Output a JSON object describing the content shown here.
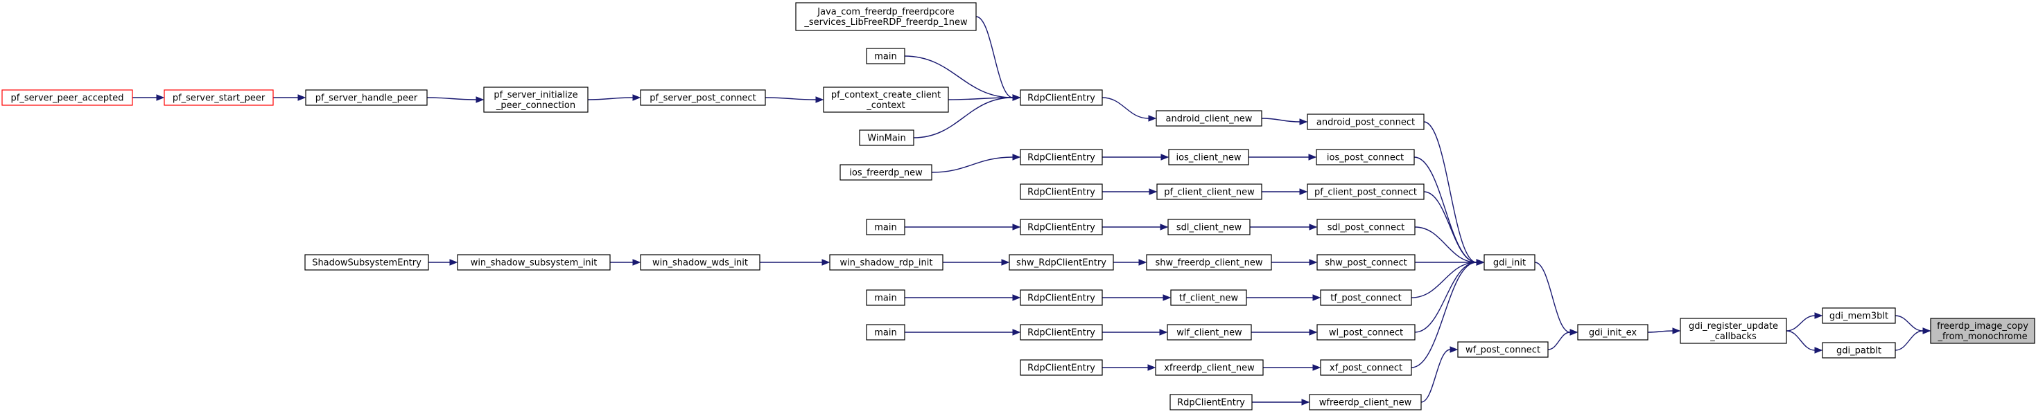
{
  "graph": {
    "colors": {
      "edge": "#191970",
      "node_border": "#000000",
      "highlight_border": "#ff0000",
      "focus_fill": "#bfbfbf"
    },
    "nodes": [
      {
        "id": "n_focus",
        "lines": [
          "freerdp_image_copy",
          "_from_monochrome"
        ],
        "style": "gray"
      },
      {
        "id": "n_mem3blt",
        "lines": [
          "gdi_mem3blt"
        ]
      },
      {
        "id": "n_patblt",
        "lines": [
          "gdi_patblt"
        ]
      },
      {
        "id": "n_reg",
        "lines": [
          "gdi_register_update",
          "_callbacks"
        ]
      },
      {
        "id": "n_initex",
        "lines": [
          "gdi_init_ex"
        ]
      },
      {
        "id": "n_init",
        "lines": [
          "gdi_init"
        ]
      },
      {
        "id": "n_wfpost",
        "lines": [
          "wf_post_connect"
        ]
      },
      {
        "id": "n_andpost",
        "lines": [
          "android_post_connect"
        ]
      },
      {
        "id": "n_iospost",
        "lines": [
          "ios_post_connect"
        ]
      },
      {
        "id": "n_pfcpost",
        "lines": [
          "pf_client_post_connect"
        ]
      },
      {
        "id": "n_sdlpost",
        "lines": [
          "sdl_post_connect"
        ]
      },
      {
        "id": "n_shwpost",
        "lines": [
          "shw_post_connect"
        ]
      },
      {
        "id": "n_tfpost",
        "lines": [
          "tf_post_connect"
        ]
      },
      {
        "id": "n_wlpost",
        "lines": [
          "wl_post_connect"
        ]
      },
      {
        "id": "n_xfpost",
        "lines": [
          "xf_post_connect"
        ]
      },
      {
        "id": "n_wfnew",
        "lines": [
          "wfreerdp_client_new"
        ]
      },
      {
        "id": "n_andnew",
        "lines": [
          "android_client_new"
        ]
      },
      {
        "id": "n_iosnew",
        "lines": [
          "ios_client_new"
        ]
      },
      {
        "id": "n_pfcnew",
        "lines": [
          "pf_client_client_new"
        ]
      },
      {
        "id": "n_sdlnew",
        "lines": [
          "sdl_client_new"
        ]
      },
      {
        "id": "n_shwnew",
        "lines": [
          "shw_freerdp_client_new"
        ]
      },
      {
        "id": "n_tfnew",
        "lines": [
          "tf_client_new"
        ]
      },
      {
        "id": "n_wlnew",
        "lines": [
          "wlf_client_new"
        ]
      },
      {
        "id": "n_xfnew",
        "lines": [
          "xfreerdp_client_new"
        ]
      },
      {
        "id": "n_rce_and",
        "lines": [
          "RdpClientEntry"
        ]
      },
      {
        "id": "n_rce_ios",
        "lines": [
          "RdpClientEntry"
        ]
      },
      {
        "id": "n_rce_pfc",
        "lines": [
          "RdpClientEntry"
        ]
      },
      {
        "id": "n_rce_sdl",
        "lines": [
          "RdpClientEntry"
        ]
      },
      {
        "id": "n_shw_rce",
        "lines": [
          "shw_RdpClientEntry"
        ]
      },
      {
        "id": "n_rce_tf",
        "lines": [
          "RdpClientEntry"
        ]
      },
      {
        "id": "n_rce_wl",
        "lines": [
          "RdpClientEntry"
        ]
      },
      {
        "id": "n_rce_xf",
        "lines": [
          "RdpClientEntry"
        ]
      },
      {
        "id": "n_rce_wf",
        "lines": [
          "RdpClientEntry"
        ]
      },
      {
        "id": "n_java",
        "lines": [
          "Java_com_freerdp_freerdpcore",
          "_services_LibFreeRDP_freerdp_1new"
        ]
      },
      {
        "id": "n_main_and",
        "lines": [
          "main"
        ]
      },
      {
        "id": "n_pfctx",
        "lines": [
          "pf_context_create_client",
          "_context"
        ]
      },
      {
        "id": "n_winmain",
        "lines": [
          "WinMain"
        ]
      },
      {
        "id": "n_iosfree",
        "lines": [
          "ios_freerdp_new"
        ]
      },
      {
        "id": "n_main_sdl",
        "lines": [
          "main"
        ]
      },
      {
        "id": "n_winrdp",
        "lines": [
          "win_shadow_rdp_init"
        ]
      },
      {
        "id": "n_main_tf",
        "lines": [
          "main"
        ]
      },
      {
        "id": "n_main_wl",
        "lines": [
          "main"
        ]
      },
      {
        "id": "n_pfspost",
        "lines": [
          "pf_server_post_connect"
        ]
      },
      {
        "id": "n_pfsinit",
        "lines": [
          "pf_server_initialize",
          "_peer_connection"
        ]
      },
      {
        "id": "n_pfshandle",
        "lines": [
          "pf_server_handle_peer"
        ]
      },
      {
        "id": "n_pfsstart",
        "lines": [
          "pf_server_start_peer"
        ],
        "style": "red"
      },
      {
        "id": "n_pfsaccept",
        "lines": [
          "pf_server_peer_accepted"
        ],
        "style": "red"
      },
      {
        "id": "n_winwds",
        "lines": [
          "win_shadow_wds_init"
        ]
      },
      {
        "id": "n_winsub",
        "lines": [
          "win_shadow_subsystem_init"
        ]
      },
      {
        "id": "n_shadowentry",
        "lines": [
          "ShadowSubsystemEntry"
        ]
      }
    ],
    "edges": [
      [
        "n_mem3blt",
        "n_focus"
      ],
      [
        "n_patblt",
        "n_focus"
      ],
      [
        "n_reg",
        "n_mem3blt"
      ],
      [
        "n_reg",
        "n_patblt"
      ],
      [
        "n_initex",
        "n_reg"
      ],
      [
        "n_init",
        "n_initex"
      ],
      [
        "n_wfpost",
        "n_initex"
      ],
      [
        "n_andpost",
        "n_init"
      ],
      [
        "n_iospost",
        "n_init"
      ],
      [
        "n_pfcpost",
        "n_init"
      ],
      [
        "n_sdlpost",
        "n_init"
      ],
      [
        "n_shwpost",
        "n_init"
      ],
      [
        "n_tfpost",
        "n_init"
      ],
      [
        "n_wlpost",
        "n_init"
      ],
      [
        "n_xfpost",
        "n_init"
      ],
      [
        "n_wfnew",
        "n_wfpost"
      ],
      [
        "n_andnew",
        "n_andpost"
      ],
      [
        "n_iosnew",
        "n_iospost"
      ],
      [
        "n_pfcnew",
        "n_pfcpost"
      ],
      [
        "n_sdlnew",
        "n_sdlpost"
      ],
      [
        "n_shwnew",
        "n_shwpost"
      ],
      [
        "n_tfnew",
        "n_tfpost"
      ],
      [
        "n_wlnew",
        "n_wlpost"
      ],
      [
        "n_xfnew",
        "n_xfpost"
      ],
      [
        "n_rce_and",
        "n_andnew"
      ],
      [
        "n_rce_ios",
        "n_iosnew"
      ],
      [
        "n_rce_pfc",
        "n_pfcnew"
      ],
      [
        "n_rce_sdl",
        "n_sdlnew"
      ],
      [
        "n_shw_rce",
        "n_shwnew"
      ],
      [
        "n_rce_tf",
        "n_tfnew"
      ],
      [
        "n_rce_wl",
        "n_wlnew"
      ],
      [
        "n_rce_xf",
        "n_xfnew"
      ],
      [
        "n_rce_wf",
        "n_wfnew"
      ],
      [
        "n_java",
        "n_rce_and"
      ],
      [
        "n_main_and",
        "n_rce_and"
      ],
      [
        "n_pfctx",
        "n_rce_and"
      ],
      [
        "n_winmain",
        "n_rce_and"
      ],
      [
        "n_iosfree",
        "n_rce_ios"
      ],
      [
        "n_main_sdl",
        "n_rce_sdl"
      ],
      [
        "n_winrdp",
        "n_shw_rce"
      ],
      [
        "n_main_tf",
        "n_rce_tf"
      ],
      [
        "n_main_wl",
        "n_rce_wl"
      ],
      [
        "n_pfspost",
        "n_pfctx"
      ],
      [
        "n_pfsinit",
        "n_pfspost"
      ],
      [
        "n_pfshandle",
        "n_pfsinit"
      ],
      [
        "n_pfsstart",
        "n_pfshandle"
      ],
      [
        "n_pfsaccept",
        "n_pfsstart"
      ],
      [
        "n_winwds",
        "n_winrdp"
      ],
      [
        "n_winsub",
        "n_winwds"
      ],
      [
        "n_shadowentry",
        "n_winsub"
      ]
    ]
  }
}
